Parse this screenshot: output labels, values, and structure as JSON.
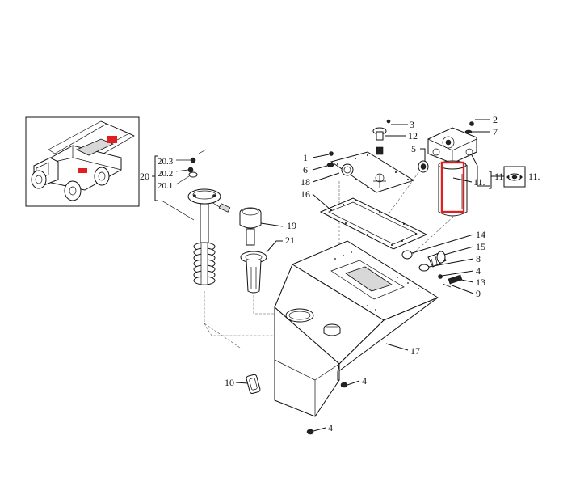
{
  "colors": {
    "line": "#111111",
    "highlight": "#e02020",
    "background": "#ffffff"
  },
  "callouts": {
    "c1": "1",
    "c2": "2",
    "c3": "3",
    "c4a": "4",
    "c4b": "4",
    "c4c": "4",
    "c5": "5",
    "c6": "6",
    "c7": "7",
    "c8": "8",
    "c9": "9",
    "c10": "10",
    "c11a": "11",
    "c11b": "11.",
    "c11c": "11.",
    "c12": "12",
    "c13": "13",
    "c14": "14",
    "c15": "15",
    "c16": "16",
    "c17": "17",
    "c18": "18",
    "c19": "19",
    "c20": "20",
    "c20_1": "20.1",
    "c20_2": "20.2",
    "c20_3": "20.3",
    "c21": "21"
  },
  "icons": {
    "overview": "sprayer-vehicle-overview-icon",
    "tank": "tank-icon",
    "filter": "filter-housing-icon"
  }
}
